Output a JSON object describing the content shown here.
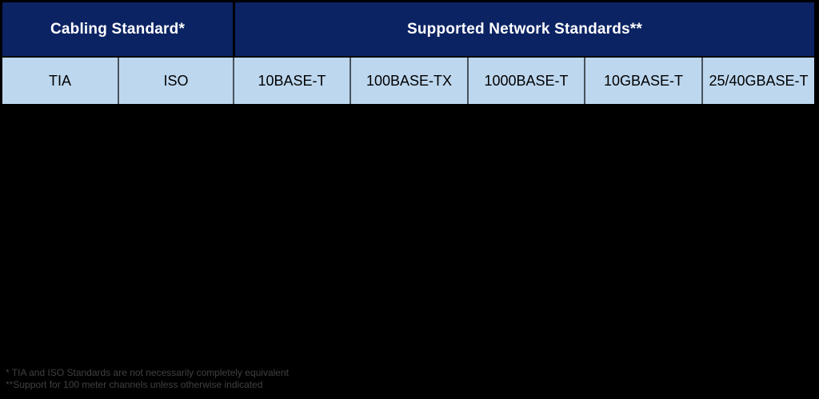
{
  "table": {
    "header_groups": [
      {
        "label": "Cabling Standard*",
        "colspan": 2
      },
      {
        "label": "Supported Network Standards**",
        "colspan": 5
      }
    ],
    "columns": [
      "TIA",
      "ISO",
      "10BASE-T",
      "100BASE-TX",
      "1000BASE-T",
      "10GBASE-T",
      "25/40GBASE-T"
    ]
  },
  "footnotes": [
    "* TIA and ISO Standards are not necessarily completely equivalent",
    "**Support for 100 meter channels unless otherwise indicated"
  ],
  "colors": {
    "background": "#000000",
    "group_header_bg": "#0C2363",
    "group_header_text": "#FFFFFF",
    "column_header_bg": "#BDD7EE",
    "column_header_text": "#000000",
    "cell_divider": "#49525D",
    "row_divider": "#000000",
    "footnote_text": "#404040"
  }
}
